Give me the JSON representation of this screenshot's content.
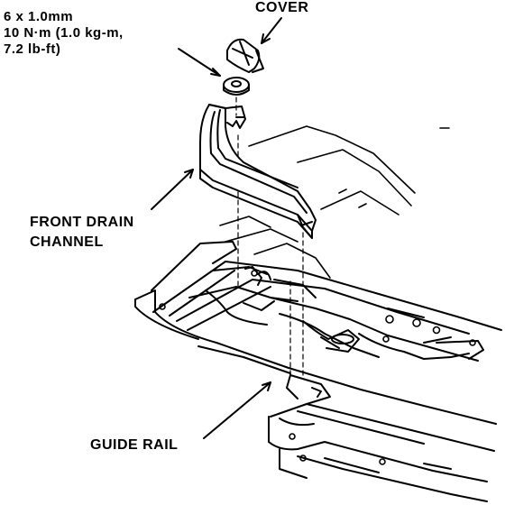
{
  "labels": {
    "spec_line1": "6 x 1.0mm",
    "spec_line2": "10 N·m (1.0 kg-m,",
    "spec_line3": "7.2 lb-ft)",
    "cover": "COVER",
    "drain_line1": "FRONT DRAIN",
    "drain_line2": "CHANNEL",
    "guide_rail": "GUIDE RAIL"
  },
  "colors": {
    "ink": "#000000",
    "paper": "#ffffff"
  }
}
